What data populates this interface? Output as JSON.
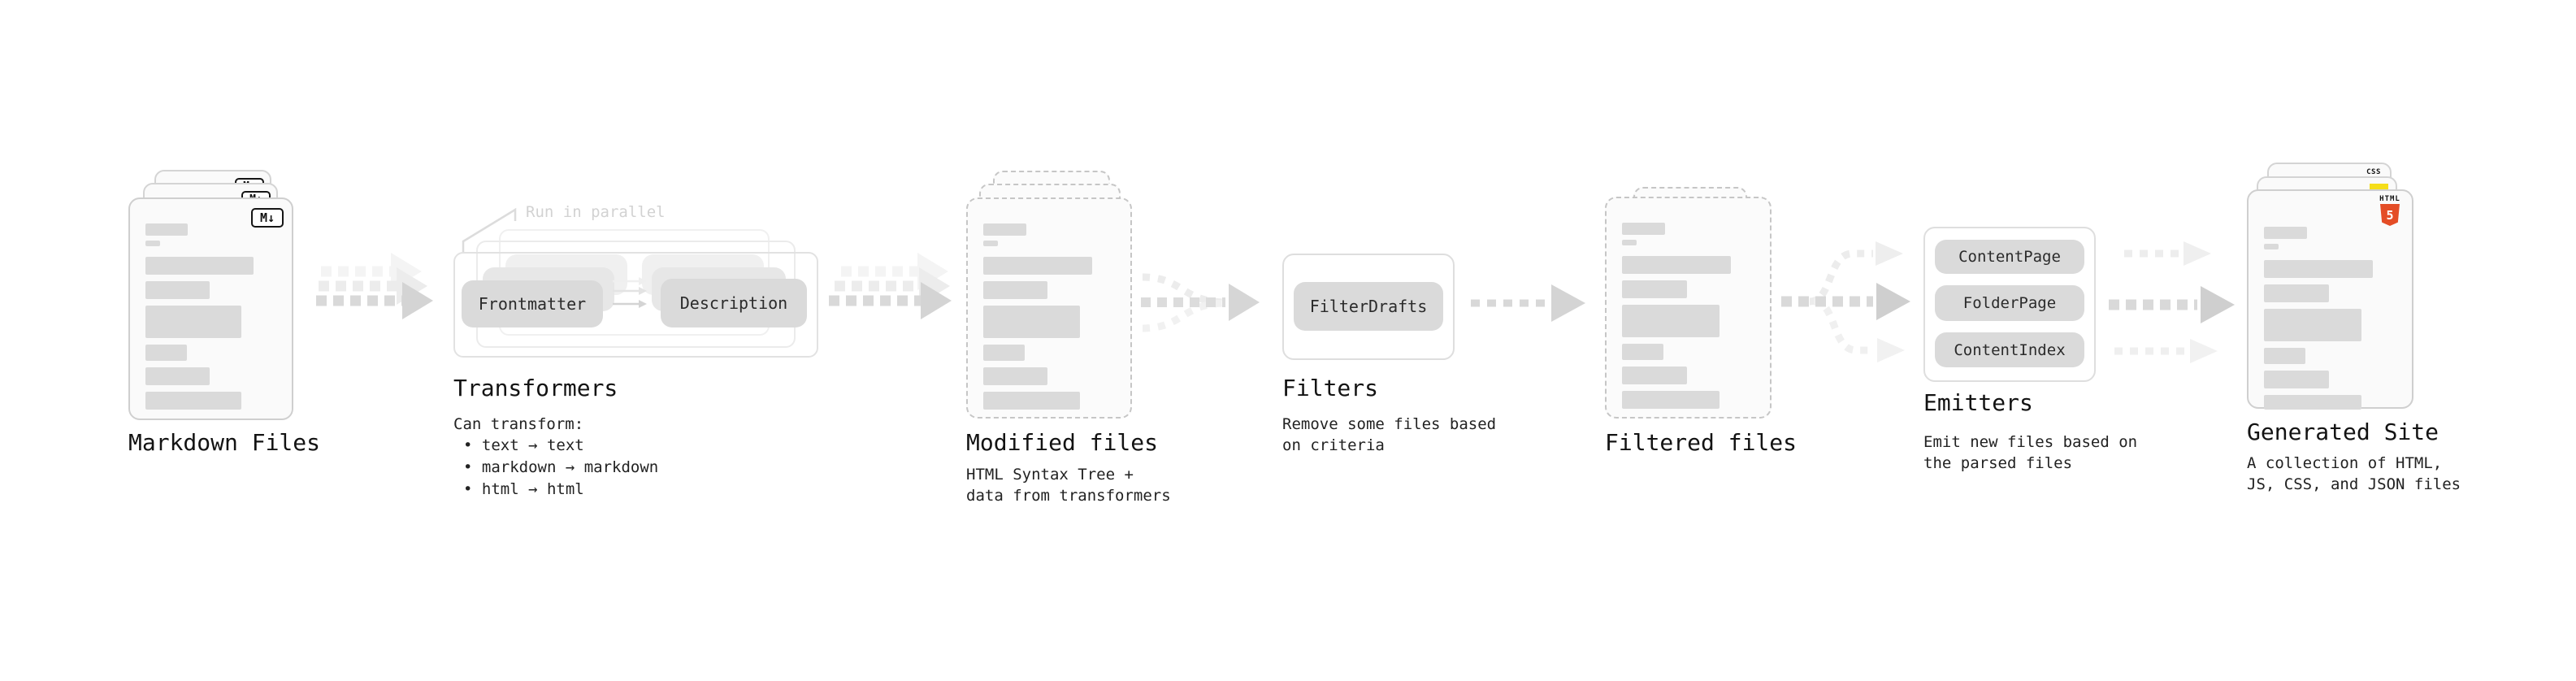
{
  "stages": {
    "markdown": {
      "label": "Markdown Files",
      "badge": "M↓"
    },
    "transformers": {
      "label": "Transformers",
      "note": "Run in parallel",
      "pill_left": "Frontmatter",
      "pill_right": "Description",
      "body_title": "Can transform:",
      "bullets": [
        "• text → text",
        "• markdown → markdown",
        "• html → html"
      ]
    },
    "modified": {
      "label": "Modified files",
      "desc": [
        "HTML Syntax Tree +",
        "data from transformers"
      ]
    },
    "filters": {
      "label": "Filters",
      "pill": "FilterDrafts",
      "desc": [
        "Remove some files based",
        "on criteria"
      ]
    },
    "filtered": {
      "label": "Filtered files"
    },
    "emitters": {
      "label": "Emitters",
      "pills": [
        "ContentPage",
        "FolderPage",
        "ContentIndex"
      ],
      "desc": [
        "Emit new files based on",
        "the parsed files"
      ]
    },
    "generated": {
      "label": "Generated Site",
      "desc": [
        "A collection of HTML,",
        "JS, CSS, and JSON files"
      ],
      "badge_css": "CSS",
      "badge_html_label": "HTML",
      "badge_html_number": "5"
    }
  },
  "colors": {
    "html5_orange": "#e44d26",
    "js_yellow": "#f5de19",
    "css_blue": "#2965f1",
    "pill_gray": "#dadada",
    "bar_gray": "#dadada",
    "arrow_gray": "#d4d4d4",
    "faint_gray": "#eeeeee"
  }
}
